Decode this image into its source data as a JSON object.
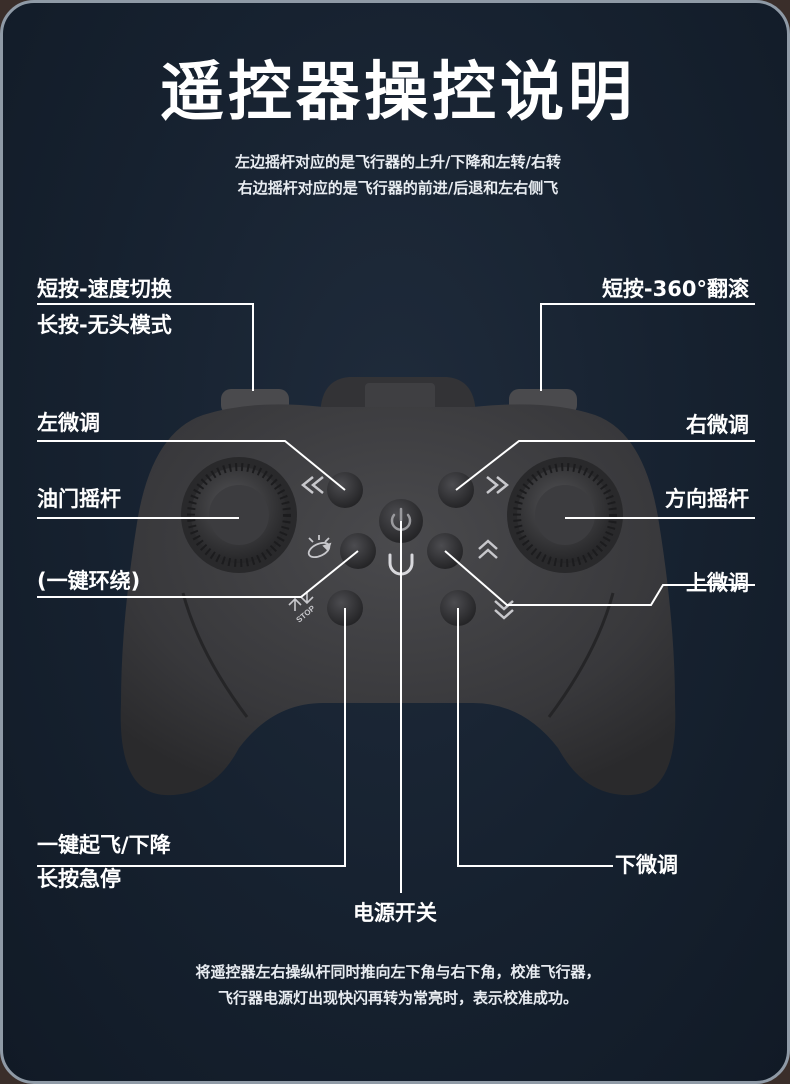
{
  "title": "遥控器操控说明",
  "intro": {
    "line1": "左边摇杆对应的是飞行器的上升/下降和左转/右转",
    "line2": "右边摇杆对应的是飞行器的前进/后退和左右侧飞"
  },
  "labels": {
    "top_left_1": "短按-速度切换",
    "top_left_2": "长按-无头模式",
    "top_right": "短按-360°翻滚",
    "left_trim": "左微调",
    "right_trim": "右微调",
    "throttle_stick": "油门摇杆",
    "direction_stick": "方向摇杆",
    "one_key_loop": "(一键环绕)",
    "up_trim": "上微调",
    "takeoff_1": "一键起飞/下降",
    "takeoff_2": "长按急停",
    "down_trim": "下微调",
    "power_switch": "电源开关"
  },
  "footer": {
    "line1": "将遥控器左右操纵杆同时推向左下角与右下角，校准飞行器，",
    "line2": "飞行器电源灯出现快闪再转为常亮时，表示校准成功。"
  },
  "button_icons": {
    "stop_text": "STOP",
    "left_trim": "double-chevron-left-icon",
    "right_trim": "double-chevron-right-icon",
    "up_trim": "double-chevron-up-icon",
    "down_trim": "double-chevron-down-icon",
    "loop": "orbit-drone-icon",
    "takeoff": "takeoff-land-icon",
    "power": "power-icon"
  },
  "colors": {
    "background": "#16212f",
    "controller": "#3b3b3d",
    "text": "#ffffff",
    "leader_line": "#ffffff"
  }
}
